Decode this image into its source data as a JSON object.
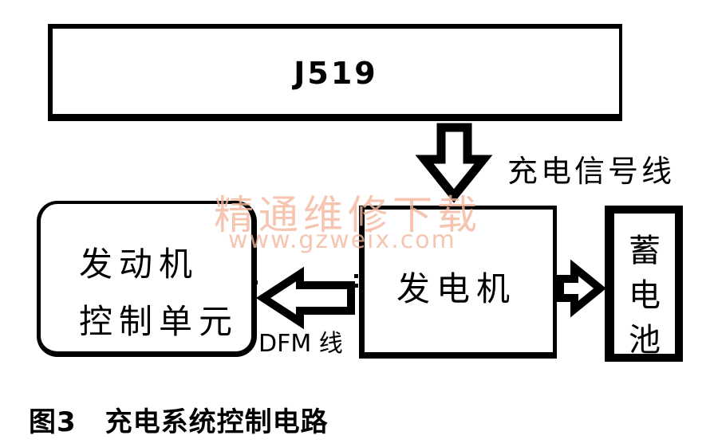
{
  "watermark": {
    "line1": "精通维修下载",
    "line2": "www.gzweix.com"
  },
  "blocks": {
    "j519": "J519",
    "ecu_line1": "发动机",
    "ecu_line2": "控制单元",
    "generator": "发电机",
    "battery_line1": "蓄",
    "battery_line2": "电",
    "battery_line3": "池"
  },
  "connections": {
    "signal_line": "充电信号线",
    "dfm_line": "DFM 线"
  },
  "caption": {
    "number": "图3",
    "title": "充电系统控制电路"
  }
}
